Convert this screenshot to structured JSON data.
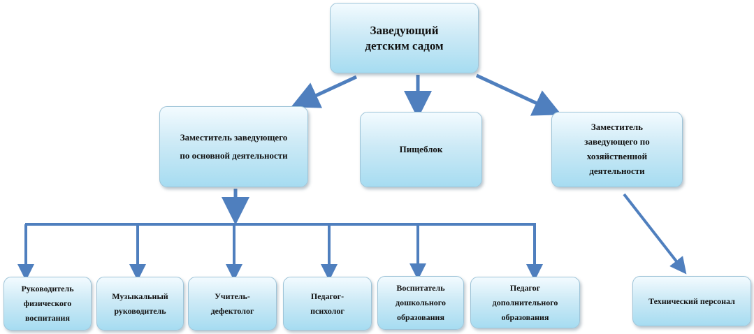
{
  "nodes": {
    "head": "Заведующий\nдетским садом",
    "deputy_main": "Заместитель заведующего\nпо основной деятельности",
    "kitchen": "Пищеблок",
    "deputy_household": "Заместитель\nзаведующего по\nхозяйственной\nдеятельности",
    "phys_ed": "Руководитель\nфизического\nвоспитания",
    "music": "Музыкальный\nруководитель",
    "defectologist": "Учитель-\nдефектолог",
    "psychologist": "Педагог-\nпсихолог",
    "preschool_teacher": "Воспитатель\nдошкольного\nобразования",
    "additional_ed": "Педагог\nдополнительного\nобразования",
    "technical_staff": "Технический персонал"
  },
  "colors": {
    "arrow": "#4f7fbe",
    "box_border": "#9ec4d8"
  }
}
